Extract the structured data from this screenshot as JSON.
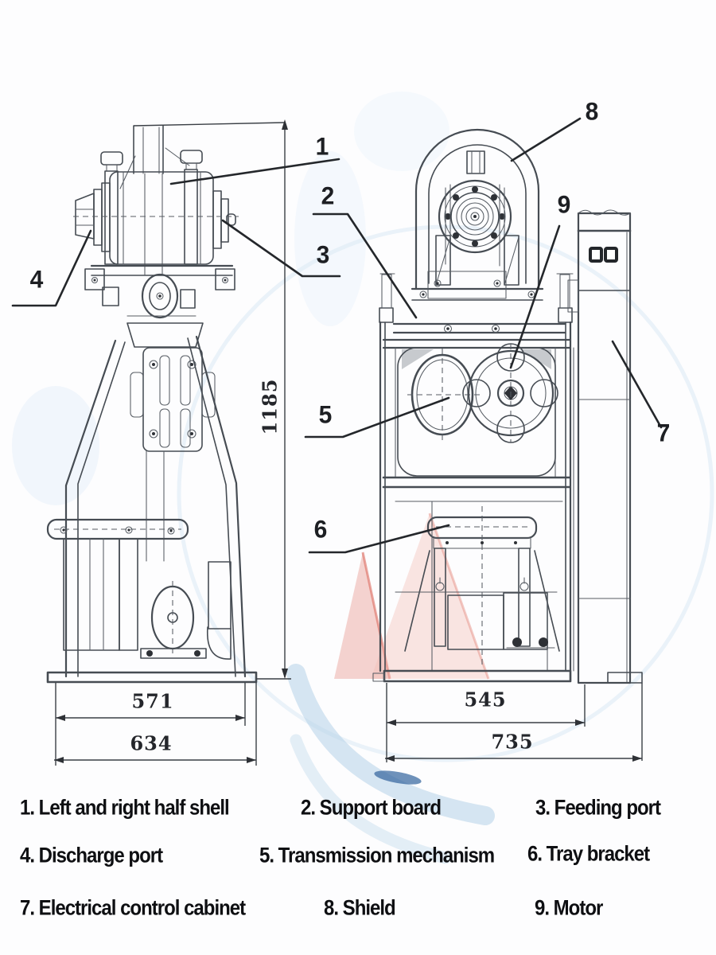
{
  "figure": {
    "callouts": [
      "1",
      "2",
      "3",
      "4",
      "5",
      "6",
      "7",
      "8",
      "9"
    ],
    "dimensions": {
      "side_view_height": "1185",
      "side_view_inner_width": "571",
      "side_view_outer_width": "634",
      "front_view_inner_width": "545",
      "front_view_outer_width": "735"
    },
    "legend": {
      "items": [
        "1. Left and right half shell",
        "2. Support board",
        "3. Feeding port",
        "4. Discharge port",
        "5. Transmission mechanism",
        "6. Tray bracket",
        "7. Electrical control cabinet",
        "8. Shield",
        "9. Motor"
      ]
    },
    "colors": {
      "line": "#464c53",
      "text": "#0e0f12",
      "watermark_red": "#eba79f",
      "watermark_blue": "#aecde6"
    }
  }
}
